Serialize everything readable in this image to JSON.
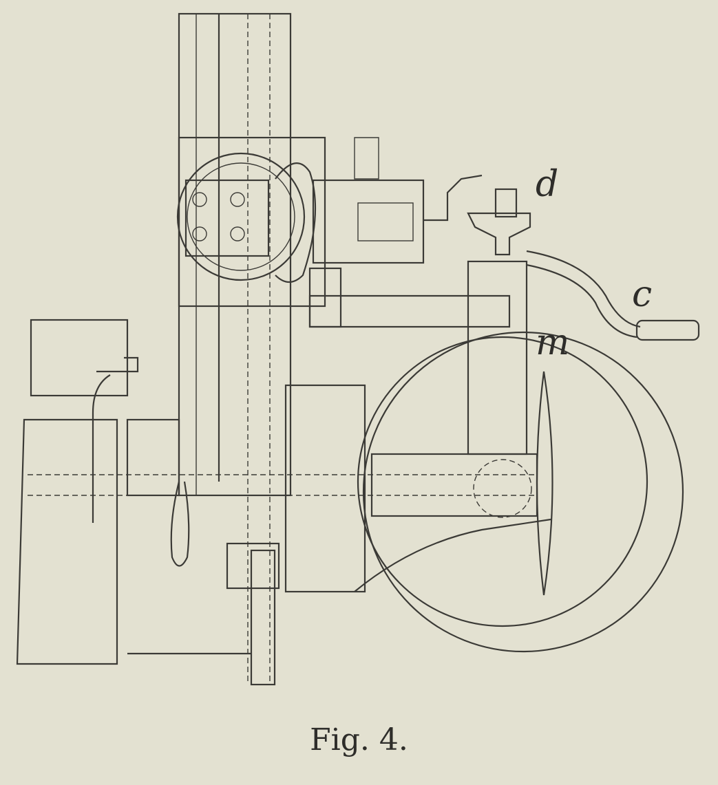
{
  "figure": {
    "caption": "Fig. 4.",
    "labels": {
      "d": "d",
      "c": "c",
      "m": "m"
    },
    "colors": {
      "paper": "#e3e1d1",
      "ink": "#3b3a36"
    }
  }
}
